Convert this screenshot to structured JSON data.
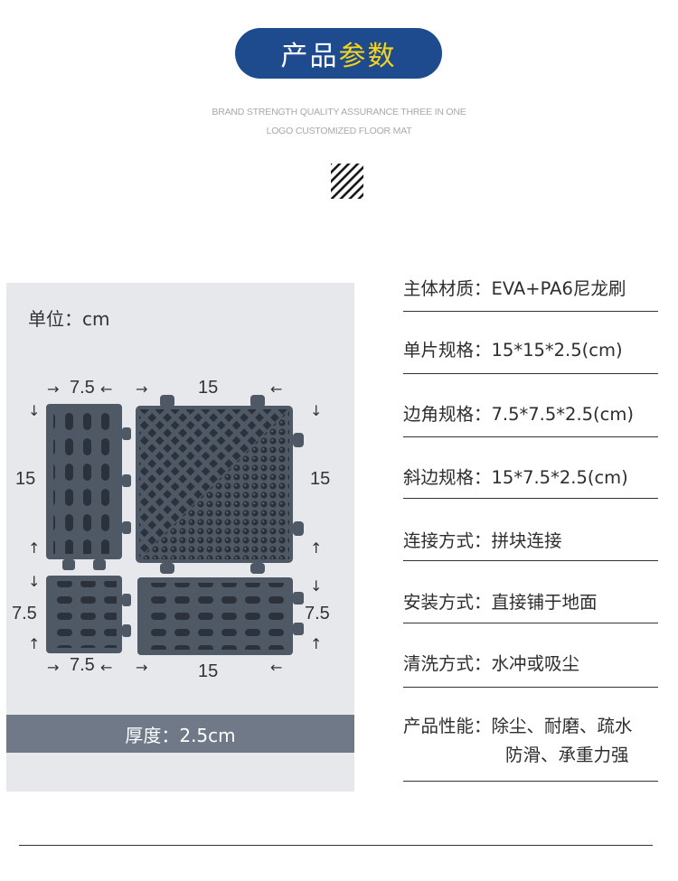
{
  "header": {
    "title_part1": "产品",
    "title_part2": "参数",
    "subtitle_line1": "BRAND STRENGTH QUALITY ASSURANCE THREE IN ONE",
    "subtitle_line2": "LOGO CUSTOMIZED FLOOR MAT",
    "icon": "diagonal-stripe-pattern-icon"
  },
  "colors": {
    "pill": "#1e4a8e",
    "accent": "#f5d51c",
    "panel_bg": "#e6e8eb",
    "bar": "#6f7988",
    "tile": "#4f5966"
  },
  "product_panel": {
    "unit_label": "单位：cm",
    "dimensions": {
      "corner_top_width": "7.5",
      "square_top_width": "15",
      "corner_left_height": "15",
      "square_right_height": "15",
      "small_left_height": "7.5",
      "edge_right_height": "7.5",
      "small_bottom_width": "7.5",
      "edge_bottom_width": "15"
    },
    "thickness": "厚度：2.5cm"
  },
  "specs": [
    {
      "label": "主体材质：",
      "value": "EVA+PA6尼龙刷"
    },
    {
      "label": "单片规格：",
      "value": "15*15*2.5(cm)"
    },
    {
      "label": "边角规格：",
      "value": "7.5*7.5*2.5(cm)"
    },
    {
      "label": "斜边规格：",
      "value": "15*7.5*2.5(cm)"
    },
    {
      "label": "连接方式：",
      "value": "拼块连接"
    },
    {
      "label": "安装方式：",
      "value": "直接铺于地面"
    },
    {
      "label": "清洗方式：",
      "value": "水冲或吸尘"
    },
    {
      "label": "产品性能：",
      "value": "除尘、耐磨、疏水",
      "value_line2": "防滑、承重力强"
    }
  ]
}
